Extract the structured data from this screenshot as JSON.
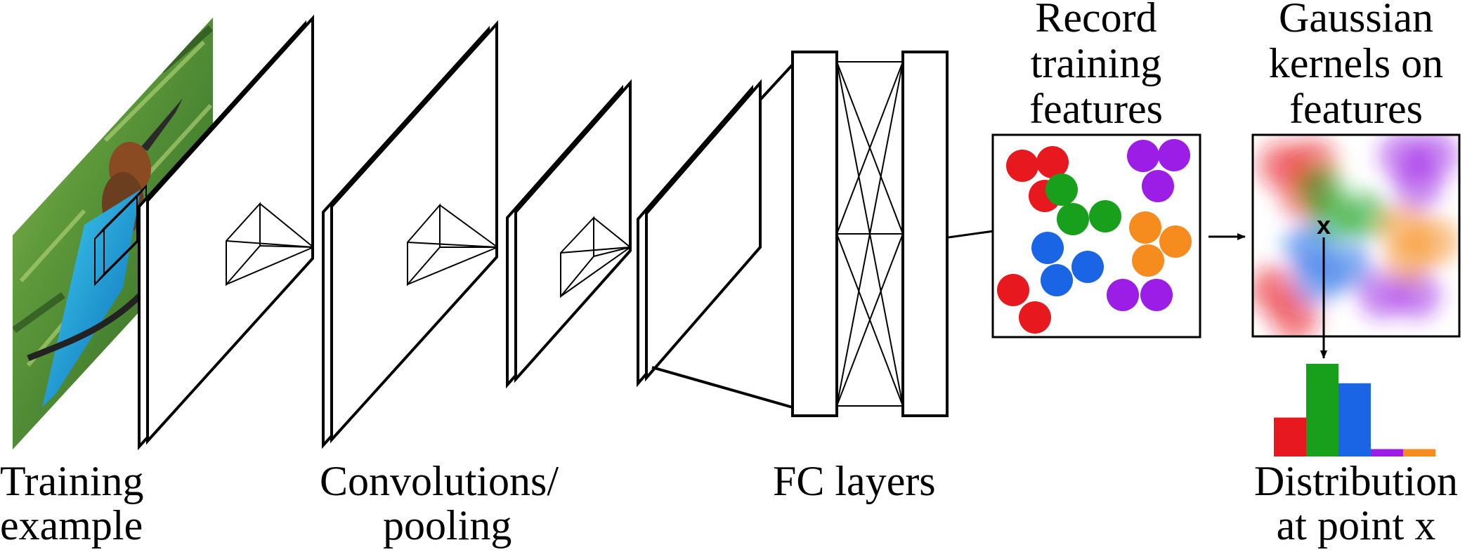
{
  "labels": {
    "training_1": "Training",
    "training_2": "example",
    "conv_1": "Convolutions/",
    "conv_2": "pooling",
    "fc": "FC layers",
    "record_1": "Record",
    "record_2": "training",
    "record_3": "features",
    "gauss_1": "Gaussian",
    "gauss_2": "kernels on",
    "gauss_3": "features",
    "dist_1": "Distribution",
    "dist_2": "at point x",
    "query_mark": "x"
  },
  "colors": {
    "red": "#e8191e",
    "green": "#18a01c",
    "blue": "#1a64e6",
    "purple": "#9b1de6",
    "orange": "#f68c1e"
  },
  "feature_clusters": [
    {
      "class": "red",
      "points": 5
    },
    {
      "class": "green",
      "points": 3
    },
    {
      "class": "blue",
      "points": 3
    },
    {
      "class": "purple",
      "points": 5
    },
    {
      "class": "orange",
      "points": 3
    }
  ],
  "chart_data": {
    "type": "bar",
    "categories": [
      "red",
      "green",
      "blue",
      "purple",
      "orange"
    ],
    "values": [
      0.42,
      1.0,
      0.79,
      0.08,
      0.08
    ],
    "ylim": [
      0,
      1
    ]
  }
}
